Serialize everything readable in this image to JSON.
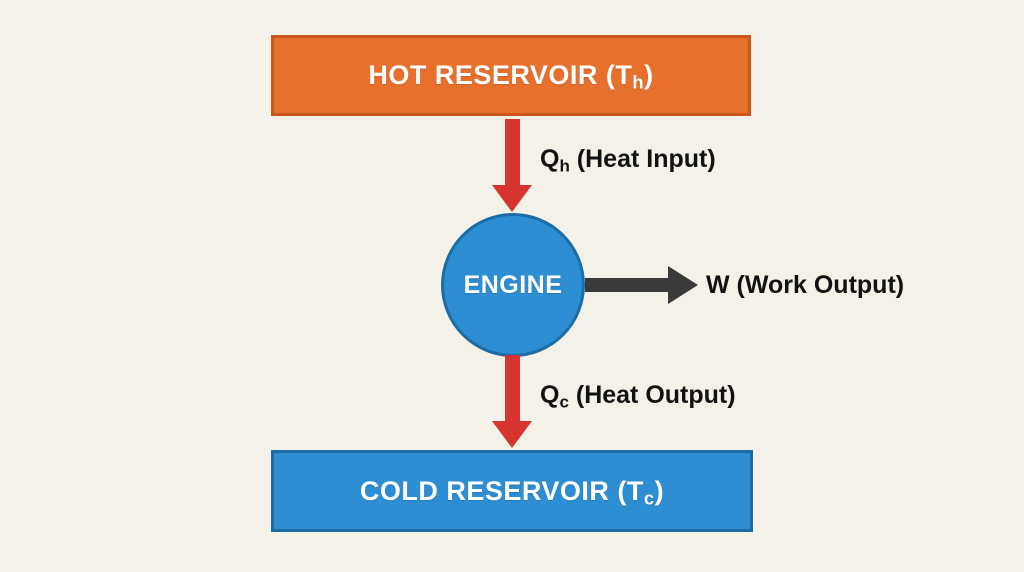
{
  "diagram": {
    "hot_reservoir": {
      "label_main": "HOT RESERVOIR (T",
      "label_sub": "h",
      "label_close": ")"
    },
    "engine": {
      "label": "ENGINE"
    },
    "cold_reservoir": {
      "label_main": "COLD RESERVOIR (T",
      "label_sub": "c",
      "label_close": ")"
    },
    "heat_input": {
      "symbol": "Q",
      "sub": "h",
      "rest": " (Heat Input)"
    },
    "heat_output": {
      "symbol": "Q",
      "sub": "c",
      "rest": " (Heat Output)"
    },
    "work_output": {
      "label": "W (Work Output)"
    },
    "colors": {
      "background": "#f4f1e9",
      "hot": "#e8702d",
      "hot_border": "#c9571c",
      "cold": "#2d8ed3",
      "cold_border": "#1c6ca6",
      "red_arrow": "#d6352f",
      "dark_arrow": "#3a3a3a",
      "text": "#121212",
      "box_text": "#ffffff"
    }
  }
}
